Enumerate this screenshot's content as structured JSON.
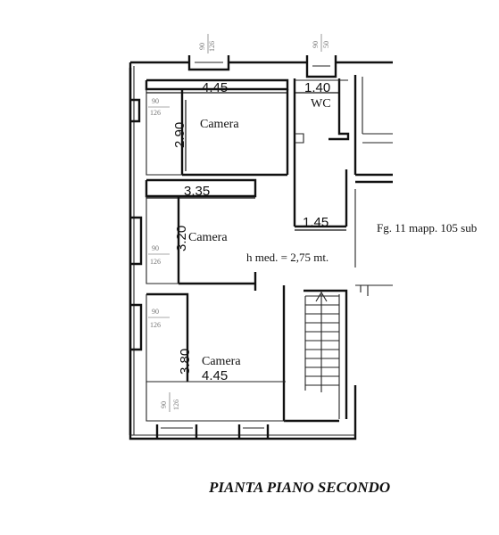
{
  "rooms": {
    "camera_1": {
      "name": "Camera",
      "width": "4.45",
      "depth": "2.90"
    },
    "wc": {
      "name": "WC",
      "width": "1.40"
    },
    "camera_2": {
      "name": "Camera",
      "width": "3.35",
      "depth": "3.20"
    },
    "corridor": {
      "width": "1.45"
    },
    "camera_3": {
      "name": "Camera",
      "width": "4.45",
      "depth": "3.80"
    }
  },
  "ceiling_height": "h med. = 2,75 mt.",
  "cadastral_ref": "Fg. 11 mapp. 105 sub",
  "window_marks": {
    "top_left": [
      "90",
      "126"
    ],
    "top_right": [
      "90",
      "50"
    ],
    "side_1": [
      "90",
      "126"
    ],
    "side_2": [
      "90",
      "126"
    ],
    "side_3": [
      "90",
      "126"
    ],
    "bottom": [
      "90",
      "126"
    ]
  },
  "title": "PIANTA PIANO SECONDO"
}
